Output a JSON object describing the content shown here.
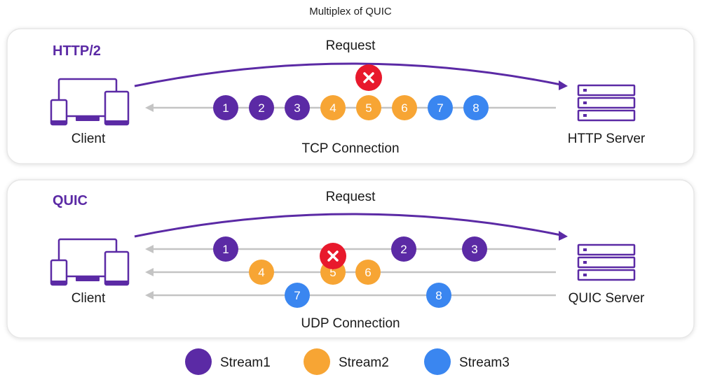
{
  "title": "Multiplex of QUIC",
  "colors": {
    "stream1": "#5b2aa5",
    "stream2": "#f7a534",
    "stream3": "#3a86f0",
    "error": "#e8192c",
    "accent": "#5b2aa5",
    "line": "#c4c4c4"
  },
  "http2": {
    "title": "HTTP/2",
    "request_label": "Request",
    "client_label": "Client",
    "server_label": "HTTP Server",
    "connection_label": "TCP Connection",
    "packets": [
      {
        "label": "1",
        "stream": "stream1"
      },
      {
        "label": "2",
        "stream": "stream1"
      },
      {
        "label": "3",
        "stream": "stream1"
      },
      {
        "label": "4",
        "stream": "stream2"
      },
      {
        "label": "5",
        "stream": "stream2",
        "lost": true
      },
      {
        "label": "6",
        "stream": "stream2"
      },
      {
        "label": "7",
        "stream": "stream3"
      },
      {
        "label": "8",
        "stream": "stream3"
      }
    ],
    "error_icon": "x-icon"
  },
  "quic": {
    "title": "QUIC",
    "request_label": "Request",
    "client_label": "Client",
    "server_label": "QUIC Server",
    "connection_label": "UDP Connection",
    "lanes": [
      {
        "stream": "stream1",
        "packets": [
          {
            "label": "1"
          },
          {
            "label": "2"
          },
          {
            "label": "3"
          }
        ]
      },
      {
        "stream": "stream2",
        "packets": [
          {
            "label": "4"
          },
          {
            "label": "5",
            "lost": true
          },
          {
            "label": "6"
          }
        ]
      },
      {
        "stream": "stream3",
        "packets": [
          {
            "label": "7"
          },
          {
            "label": "8"
          }
        ]
      }
    ],
    "error_icon": "x-icon"
  },
  "legend": [
    {
      "label": "Stream1",
      "stream": "stream1"
    },
    {
      "label": "Stream2",
      "stream": "stream2"
    },
    {
      "label": "Stream3",
      "stream": "stream3"
    }
  ]
}
